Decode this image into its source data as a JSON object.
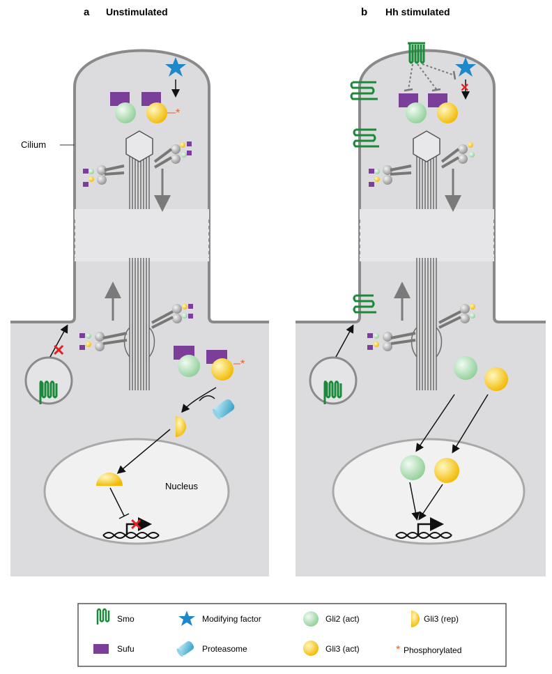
{
  "panels": [
    {
      "letter": "a",
      "title": "Unstimulated"
    },
    {
      "letter": "b",
      "title": "Hh stimulated"
    }
  ],
  "labels": {
    "cilium": "Cilium",
    "nucleus": "Nucleus"
  },
  "legend": [
    {
      "icon": "smo-icon",
      "label": "Smo"
    },
    {
      "icon": "star-icon",
      "label": "Modifying factor"
    },
    {
      "icon": "gli2-act-icon",
      "label": "Gli2 (act)"
    },
    {
      "icon": "gli3-rep-icon",
      "label": "Gli3 (rep)"
    },
    {
      "icon": "sufu-icon",
      "label": "Sufu"
    },
    {
      "icon": "proteasome-icon",
      "label": "Proteasome"
    },
    {
      "icon": "gli3-act-icon",
      "label": "Gli3 (act)"
    },
    {
      "icon": "asterisk-icon",
      "label": "Phosphorylated"
    }
  ],
  "colors": {
    "cell": "#dcdcde",
    "membrane": "#8a8a8a",
    "nucleus": "#f1f1f1",
    "smo": "#1a8a3a",
    "sufu": "#7b3f9a",
    "star": "#1e88c8",
    "gli2": "#9fd6a6",
    "gli3": "#f5c400",
    "phospho": "#e8612c",
    "block": "#e02020"
  }
}
